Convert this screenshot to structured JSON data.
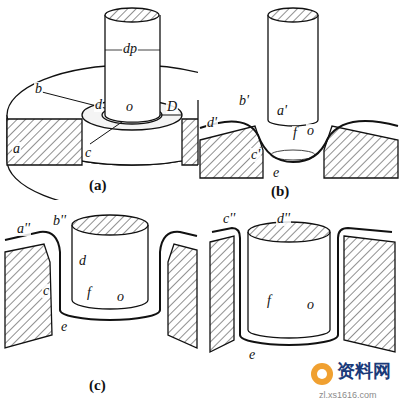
{
  "diagram": {
    "labels": [
      "dp",
      "b",
      "d",
      "o",
      "D",
      "a",
      "c",
      "(a)",
      "b'",
      "d'",
      "a'",
      "f",
      "o",
      "c'",
      "e",
      "(b)",
      "b''",
      "a''",
      "d",
      "c",
      "f",
      "o",
      "e",
      "(c)",
      "c''",
      "d''",
      "f",
      "o",
      "e",
      "资料网",
      "zl.xs1616.com"
    ]
  }
}
